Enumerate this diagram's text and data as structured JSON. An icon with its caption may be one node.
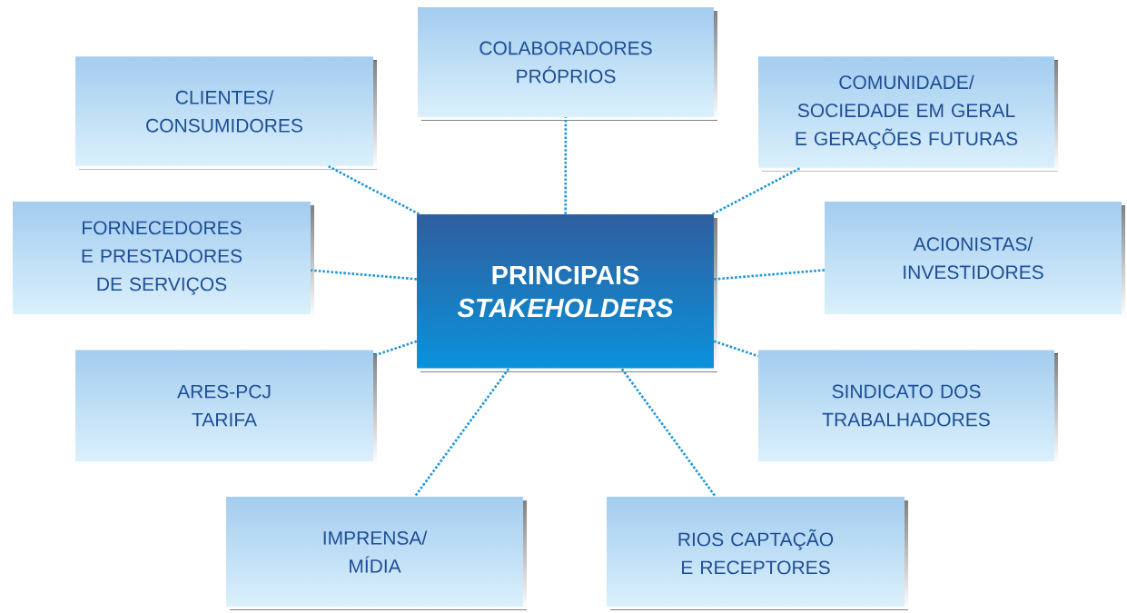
{
  "diagram": {
    "nodes": [
      {
        "text": [
          "PRINCIPAIS *STAKEHOLDERS*"
        ]
      },
      {
        "text": [
          "COLABORADORES PRÓPRIOS"
        ]
      },
      {
        "text": [
          "CLIENTES/ CONSUMIDORES"
        ]
      },
      {
        "text": [
          "COMUNIDADE/ SOCIEDADE EM GERAL E GERAÇÕES FUTURAS"
        ]
      },
      {
        "text": [
          "FORNECEDORES E PRESTADORES DE SERVIÇOS"
        ]
      },
      {
        "text": [
          "ACIONISTAS/ INVESTIDORES"
        ]
      },
      {
        "text": [
          "ARES-PCJ TARIFA"
        ]
      },
      {
        "text": [
          "SINDICATO DOS TRABALHADORES"
        ]
      },
      {
        "text": [
          "IMPRENSA/ MÍDIA"
        ]
      },
      {
        "text": [
          "RIOS CAPTAÇÃO E RECEPTORES"
        ]
      }
    ],
    "edges": [
      {
        "from": 0,
        "to": 1,
        "arrow": "none"
      },
      {
        "from": 0,
        "to": 2,
        "arrow": "none"
      },
      {
        "from": 0,
        "to": 3,
        "arrow": "none"
      },
      {
        "from": 0,
        "to": 4,
        "arrow": "none"
      },
      {
        "from": 0,
        "to": 5,
        "arrow": "none"
      },
      {
        "from": 0,
        "to": 6,
        "arrow": "none"
      },
      {
        "from": 0,
        "to": 7,
        "arrow": "none"
      },
      {
        "from": 0,
        "to": 8,
        "arrow": "none"
      },
      {
        "from": 0,
        "to": 9,
        "arrow": "none"
      }
    ]
  }
}
